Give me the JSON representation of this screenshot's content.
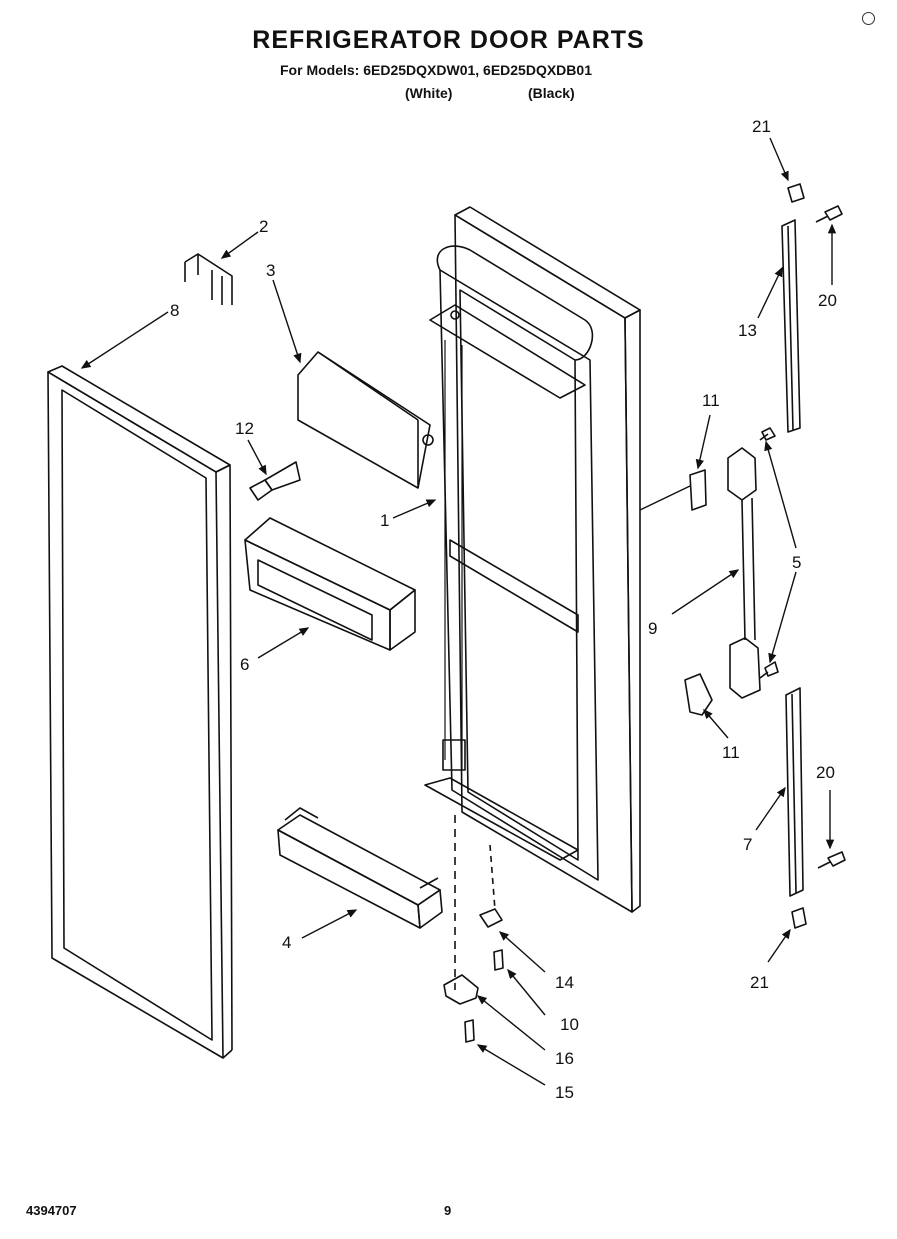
{
  "header": {
    "title": "REFRIGERATOR DOOR PARTS",
    "models_line": "For Models: 6ED25DQXDW01, 6ED25DQXDB01",
    "color_white": "(White)",
    "color_black": "(Black)"
  },
  "parts": {
    "p1": "1",
    "p2": "2",
    "p3": "3",
    "p4": "4",
    "p5": "5",
    "p6": "6",
    "p7": "7",
    "p8": "8",
    "p9": "9",
    "p10": "10",
    "p11a": "11",
    "p11b": "11",
    "p12": "12",
    "p13": "13",
    "p14": "14",
    "p15": "15",
    "p16": "16",
    "p20a": "20",
    "p20b": "20",
    "p21a": "21",
    "p21b": "21"
  },
  "footer": {
    "doc_number": "4394707",
    "page_number": "9"
  }
}
